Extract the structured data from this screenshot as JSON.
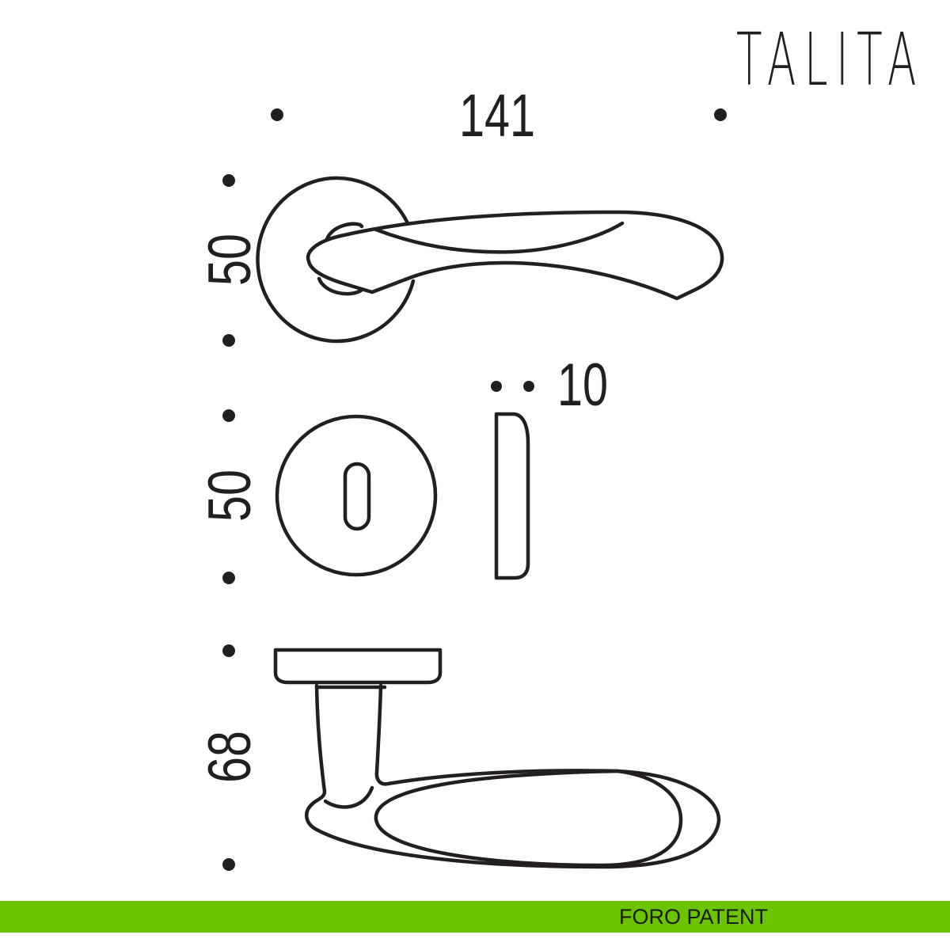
{
  "title": "TALITA",
  "dimensions": {
    "width": "141",
    "rose_height": "50",
    "escutcheon_height": "50",
    "escutcheon_thickness": "10",
    "projection": "68"
  },
  "footer": {
    "label": "FORO PATENT",
    "color": "#6cc400"
  }
}
